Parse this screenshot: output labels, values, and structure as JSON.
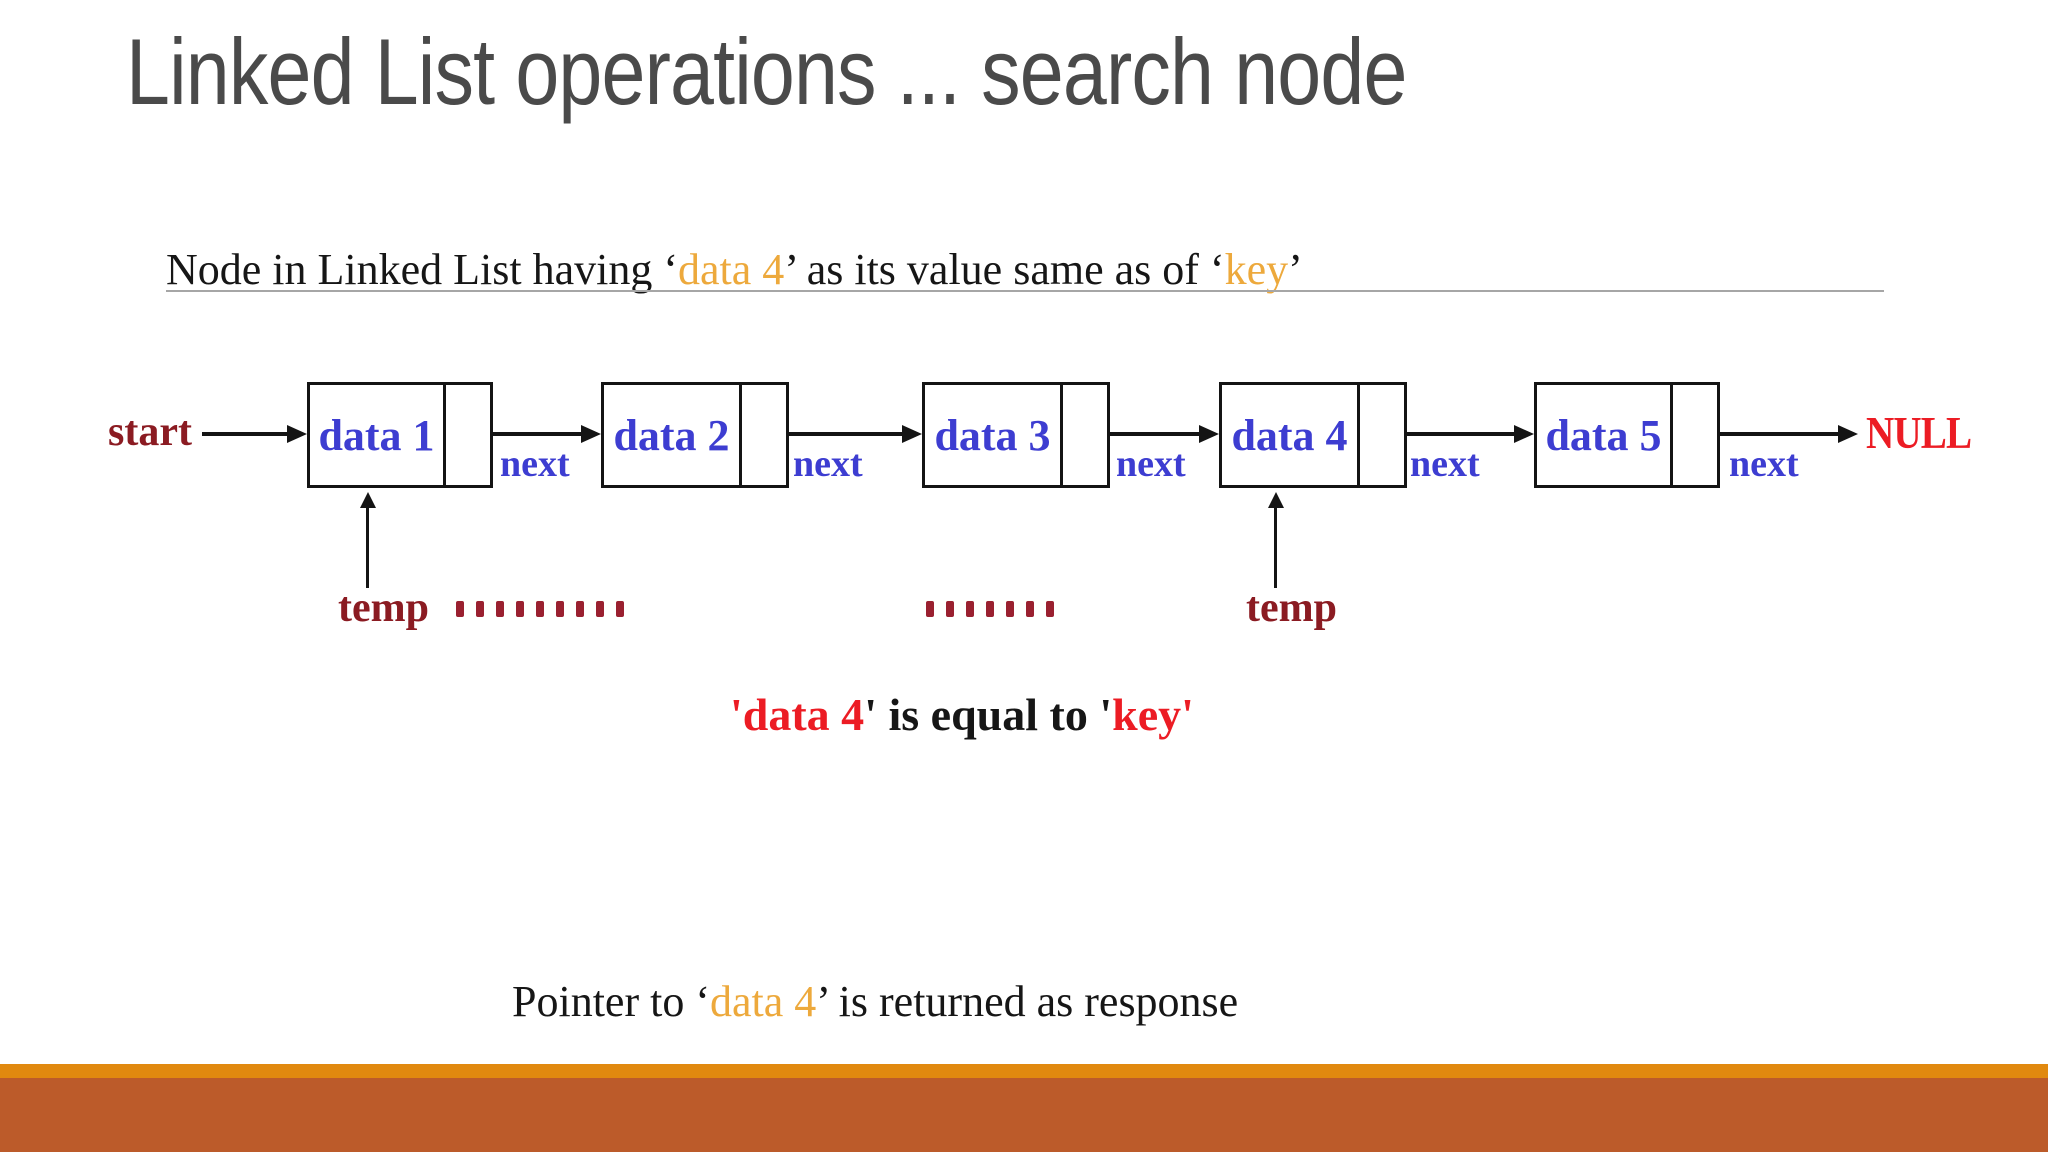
{
  "colors": {
    "title-gray": "#4A4A4A",
    "text-black": "#161616",
    "accent-orange": "#EDA93C",
    "blue": "#3D3DD1",
    "maroon": "#8B1B22",
    "maroon-bright": "#9A2030",
    "red": "#EC1C24",
    "ink": "#141414",
    "line-gray": "#A6A6A6",
    "bar-strip": "#E1890F",
    "bar-main": "#BC5B2A"
  },
  "title": "Linked List operations ... search node",
  "subtitle": {
    "segments": [
      {
        "t": "Node in Linked List having ‘",
        "c": "black"
      },
      {
        "t": "data 4",
        "c": "orange"
      },
      {
        "t": "’ as its value same as of ‘",
        "c": "black"
      },
      {
        "t": "key",
        "c": "orange"
      },
      {
        "t": "’",
        "c": "black"
      }
    ]
  },
  "diagram": {
    "start_label": "start",
    "null_label": "NULL",
    "next_label": "next",
    "temp_label": "temp",
    "nodes": [
      {
        "label": "data 1"
      },
      {
        "label": "data 2"
      },
      {
        "label": "data 3"
      },
      {
        "label": "data 4"
      },
      {
        "label": "data 5"
      }
    ],
    "dots_left_count": 9,
    "dots_right_count": 7
  },
  "equality": {
    "segments": [
      {
        "t": "'data 4",
        "c": "red"
      },
      {
        "t": "' is equal to '",
        "c": "black"
      },
      {
        "t": "key'",
        "c": "red"
      }
    ]
  },
  "footer": {
    "segments": [
      {
        "t": "Pointer to ‘",
        "c": "black"
      },
      {
        "t": "data 4",
        "c": "orange"
      },
      {
        "t": "’ is returned as response",
        "c": "black"
      }
    ]
  }
}
